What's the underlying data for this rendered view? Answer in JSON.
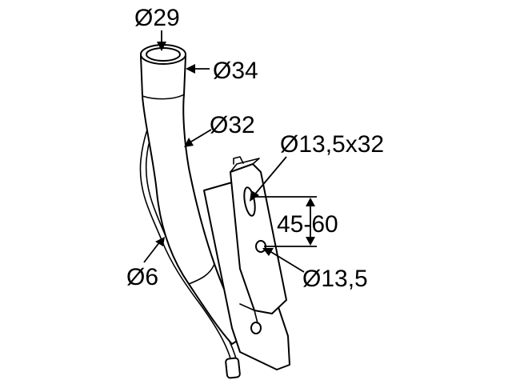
{
  "dimensions": {
    "tube_inner_diameter": "Ø29",
    "tube_outer_diameter": "Ø34",
    "shank_diameter": "Ø32",
    "rod_diameter": "Ø6",
    "slot_hole": "Ø13,5x32",
    "hole_spacing": "45-60",
    "round_hole": "Ø13,5"
  }
}
